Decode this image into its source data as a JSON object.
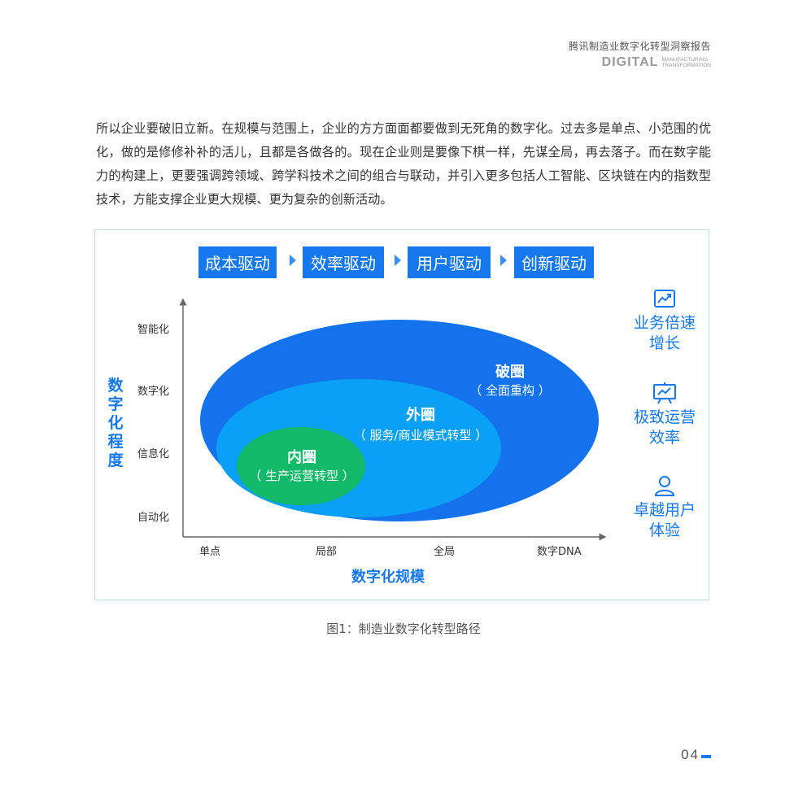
{
  "header": {
    "report_title": "腾讯制造业数字化转型洞察报告",
    "brand_main": "DIGITAL",
    "brand_sub_line1": "MANUFACTURING",
    "brand_sub_line2": "TRANSFORMATION"
  },
  "body": {
    "paragraph": "所以企业要破旧立新。在规模与范围上，企业的方方面面都要做到无死角的数字化。过去多是单点、小范围的优化，做的是修修补补的活儿，且都是各做各的。现在企业则是要像下棋一样，先谋全局，再去落子。而在数字能力的构建上，更要强调跨领域、跨学科技术之间的组合与联动，并引入更多包括人工智能、区块链在内的指数型技术，方能支撑企业更大规模、更为复杂的创新活动。"
  },
  "figure": {
    "stages": [
      "成本驱动",
      "效率驱动",
      "用户驱动",
      "创新驱动"
    ],
    "y_axis_title": "数字化程度",
    "y_levels": [
      "智能化",
      "数字化",
      "信息化",
      "自动化"
    ],
    "x_levels": [
      "单点",
      "局部",
      "全局",
      "数字DNA"
    ],
    "x_axis_title": "数字化规模",
    "rings": {
      "outer": {
        "title": "破圈",
        "desc": "（ 全面重构 ）",
        "color": "#1473ec"
      },
      "middle": {
        "title": "外圈",
        "desc": "（ 服务/商业模式转型 ）",
        "color": "#0aa0f7"
      },
      "inner": {
        "title": "内圈",
        "desc": "（ 生产运营转型 ）",
        "color": "#12b968"
      }
    },
    "outcomes": [
      {
        "icon": "trend-chart-icon",
        "line1": "业务倍速",
        "line2": "增长"
      },
      {
        "icon": "presentation-board-icon",
        "line1": "极致运营",
        "line2": "效率"
      },
      {
        "icon": "user-icon",
        "line1": "卓越用户",
        "line2": "体验"
      }
    ],
    "accent_color": "#1677ee"
  },
  "caption": "图1：制造业数字化转型路径",
  "page_number": "04"
}
